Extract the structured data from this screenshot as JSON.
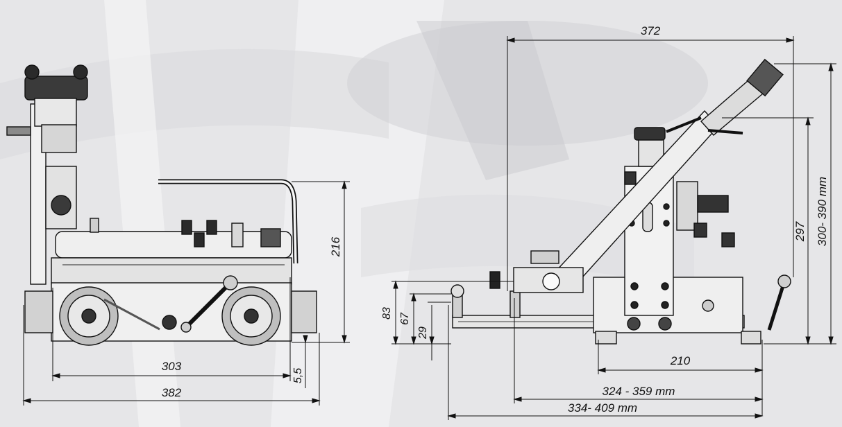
{
  "colors": {
    "background": "#e9e9ea",
    "line": "#111111",
    "machine_light": "#f2f2f2",
    "machine_mid": "#bdbdbd",
    "machine_dark": "#222222"
  },
  "side_view": {
    "dim_rail_pitch": "303",
    "dim_overall_length": "382",
    "dim_height": "216",
    "dim_clearance": "5,5"
  },
  "front_view": {
    "dim_overall_width": "372",
    "dim_torch_height_range": "300- 390  mm",
    "dim_torch_height": "297",
    "dim_83": "83",
    "dim_67": "67",
    "dim_29": "29",
    "dim_210": "210",
    "dim_reach_short": "324 - 359 mm",
    "dim_reach_long": "334- 409  mm"
  }
}
